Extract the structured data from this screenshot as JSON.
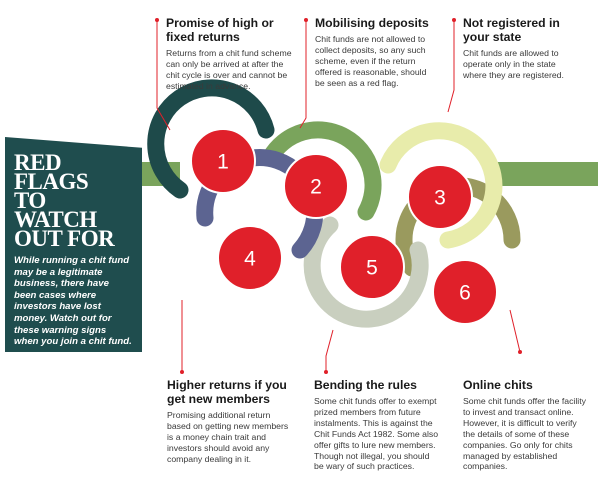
{
  "sidebar": {
    "title": "RED FLAGS\nTO WATCH\nOUT FOR",
    "intro": "While running a chit fund may be a legitimate business, there have been cases where investors have lost money. Watch out for these warning signs when you join a chit fund."
  },
  "flags": [
    {
      "number": "1",
      "color": "#1e4a4a",
      "title": "Promise of high or\nfixed returns",
      "text": "Returns from a chit fund scheme\ncan only be arrived at after the\nchit cycle is over and cannot be\nestimated in advance."
    },
    {
      "number": "2",
      "color": "#7fa55e",
      "title": "Mobilising deposits",
      "text": "Chit funds are not allowed to\ncollect deposits, so any such\nscheme, even if the return\noffered is reasonable, should\nbe seen as a red flag."
    },
    {
      "number": "3",
      "color": "#e8ecab",
      "title": "Not registered in\nyour state",
      "text": "Chit funds are allowed to\noperate only in the state\nwhere they are registered."
    },
    {
      "number": "4",
      "color": "#5c6491",
      "title": "Higher returns if you\nget new members",
      "text": "Promising additional return\nbased on getting new members\nis a money chain trait and\ninvestors should avoid any\ncompany dealing in it."
    },
    {
      "number": "5",
      "color": "#c9cfbf",
      "title": "Bending the rules",
      "text": "Some chit funds offer to exempt\nprized members from future\ninstalments. This is against the\nChit Funds Act 1982. Some also\noffer gifts to lure new members.\nThough not illegal, you should\nbe wary of such practices."
    },
    {
      "number": "6",
      "color": "#9a9a5e",
      "title": "Online chits",
      "text": "Some chit funds offer the facility\nto invest and transact online.\nHowever, it is difficult to verify\nthe details of some of these\ncompanies. Go only for chits\nmanaged by established\ncompanies."
    }
  ],
  "colors": {
    "band": "#7aa45c",
    "sidebar": "#1f4d4e",
    "badge": "#e0202a",
    "leader": "#e0202a"
  }
}
